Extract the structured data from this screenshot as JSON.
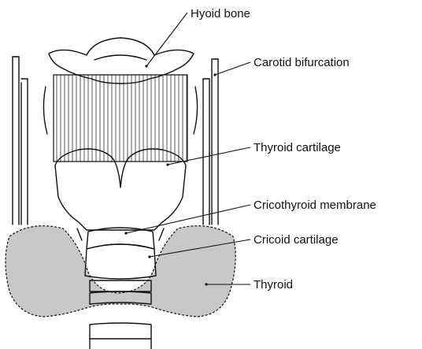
{
  "labels": {
    "hyoid_bone": "Hyoid bone",
    "carotid_bifurcation": "Carotid bifurcation",
    "thyroid_cartilage": "Thyroid cartilage",
    "cricothyroid_membrane": "Cricothyroid membrane",
    "cricoid_cartilage": "Cricoid cartilage",
    "thyroid": "Thyroid"
  },
  "colors": {
    "line": "#111111",
    "thyroid_gland_fill": "#c8c8c8",
    "cartilage_fill": "#ffffff",
    "background": "#ffffff"
  }
}
